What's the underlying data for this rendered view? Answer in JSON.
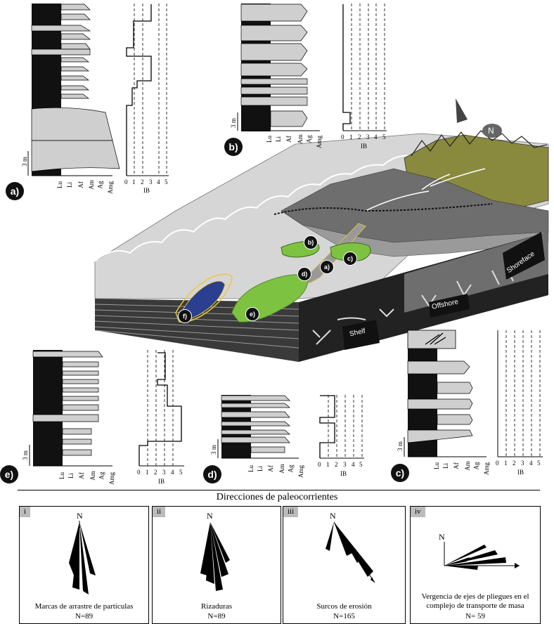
{
  "columns": {
    "a": {
      "id": "a)",
      "lith_ticks": [
        "Lu",
        "Li",
        "Af",
        "Am",
        "Ag",
        "Amg"
      ],
      "ib_ticks": [
        "0",
        "1",
        "2",
        "3",
        "4",
        "5"
      ],
      "ib_label": "IB",
      "scale": "3 m"
    },
    "b": {
      "id": "b)",
      "lith_ticks": [
        "Lu",
        "Li",
        "Af",
        "Am",
        "Ag",
        "Amg"
      ],
      "ib_ticks": [
        "0",
        "1",
        "2",
        "3",
        "4",
        "5"
      ],
      "ib_label": "IB",
      "scale": "3 m"
    },
    "c": {
      "id": "c)",
      "lith_ticks": [
        "Lu",
        "Li",
        "Af",
        "Am",
        "Ag",
        "Amg"
      ],
      "ib_ticks": [
        "0",
        "1",
        "2",
        "3",
        "4",
        "5"
      ],
      "ib_label": "IB",
      "scale": "3 m"
    },
    "d": {
      "id": "d)",
      "lith_ticks": [
        "Lu",
        "Li",
        "Af",
        "Am",
        "Ag",
        "Amg"
      ],
      "ib_ticks": [
        "0",
        "1",
        "2",
        "3",
        "4",
        "5"
      ],
      "ib_label": "IB",
      "scale": "3 m"
    },
    "e": {
      "id": "e)",
      "lith_ticks": [
        "Lu",
        "Li",
        "Af",
        "Am",
        "Ag",
        "Amg"
      ],
      "ib_ticks": [
        "0",
        "1",
        "2",
        "3",
        "4",
        "5"
      ],
      "ib_label": "IB",
      "scale": "3 m"
    }
  },
  "block": {
    "north": "N",
    "zones": [
      "Shelf",
      "Offshore",
      "Shoreface"
    ],
    "markers": [
      "a)",
      "b)",
      "c)",
      "d)",
      "e)",
      "f)"
    ]
  },
  "paleo": {
    "title": "Direcciones de paleocorrientes",
    "north": "N",
    "panels": [
      {
        "tag": "i",
        "caption": "Marcas de arrastre de partículas",
        "n": "N=89"
      },
      {
        "tag": "ii",
        "caption": "Rizaduras",
        "n": "N=89"
      },
      {
        "tag": "iii",
        "caption": "Surcos de erosión",
        "n": "N=165"
      },
      {
        "tag": "iv",
        "caption": "Vergencia de ejes de pliegues en el complejo de transporte de masa",
        "n": "N= 59"
      }
    ]
  },
  "colors": {
    "olive": "#8a8a3e",
    "green": "#7ec242",
    "blue": "#2a3f8f",
    "gray": "#bfbfbf",
    "dark": "#111111"
  }
}
